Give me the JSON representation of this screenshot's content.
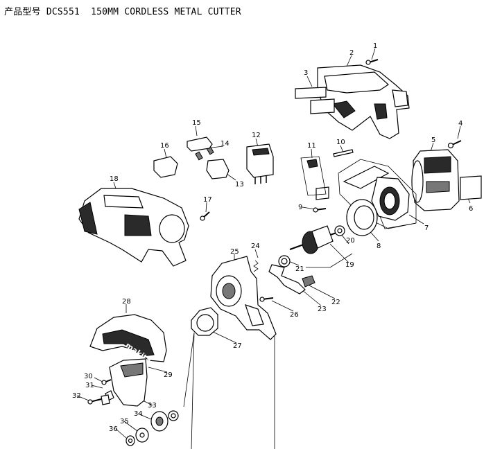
{
  "title": {
    "prefix": "产品型号",
    "model": "DCS551",
    "name": "150MM CORDLESS METAL CUTTER"
  },
  "guard_brand": "makita",
  "part_numbers": [
    "1",
    "2",
    "3",
    "4",
    "5",
    "6",
    "7",
    "8",
    "9",
    "10",
    "11",
    "12",
    "13",
    "14",
    "15",
    "16",
    "17",
    "18",
    "19",
    "20",
    "21",
    "22",
    "23",
    "24",
    "25",
    "26",
    "27",
    "28",
    "29",
    "30",
    "31",
    "32",
    "33",
    "34",
    "35",
    "36"
  ]
}
